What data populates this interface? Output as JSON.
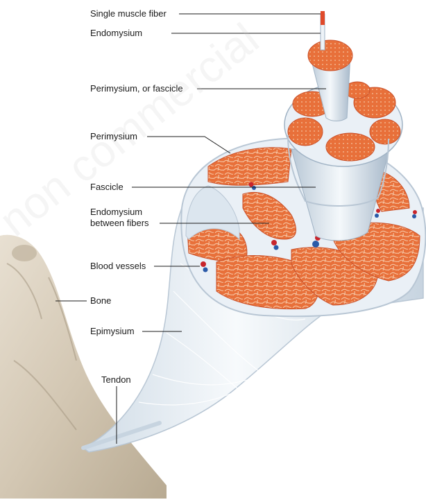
{
  "labels": {
    "single_muscle_fiber": "Single muscle fiber",
    "endomysium": "Endomysium",
    "perimysium_or_fascicle": "Perimysium, or fascicle",
    "perimysium": "Perimysium",
    "fascicle": "Fascicle",
    "endomysium_between_fibers_line1": "Endomysium",
    "endomysium_between_fibers_line2": "between fibers",
    "blood_vessels": "Blood vessels",
    "bone": "Bone",
    "epimysium": "Epimysium",
    "tendon": "Tendon"
  },
  "watermark": "non commercial",
  "colors": {
    "muscle_fill": "#e8703a",
    "muscle_dark": "#c9502a",
    "connective_tissue": "#eef3f8",
    "connective_edge": "#b8c6d4",
    "bone": "#d9cfbf",
    "bone_shadow": "#a89b86",
    "artery": "#c8252c",
    "vein": "#2a5aa8",
    "leader_line": "#1a1a1a"
  }
}
